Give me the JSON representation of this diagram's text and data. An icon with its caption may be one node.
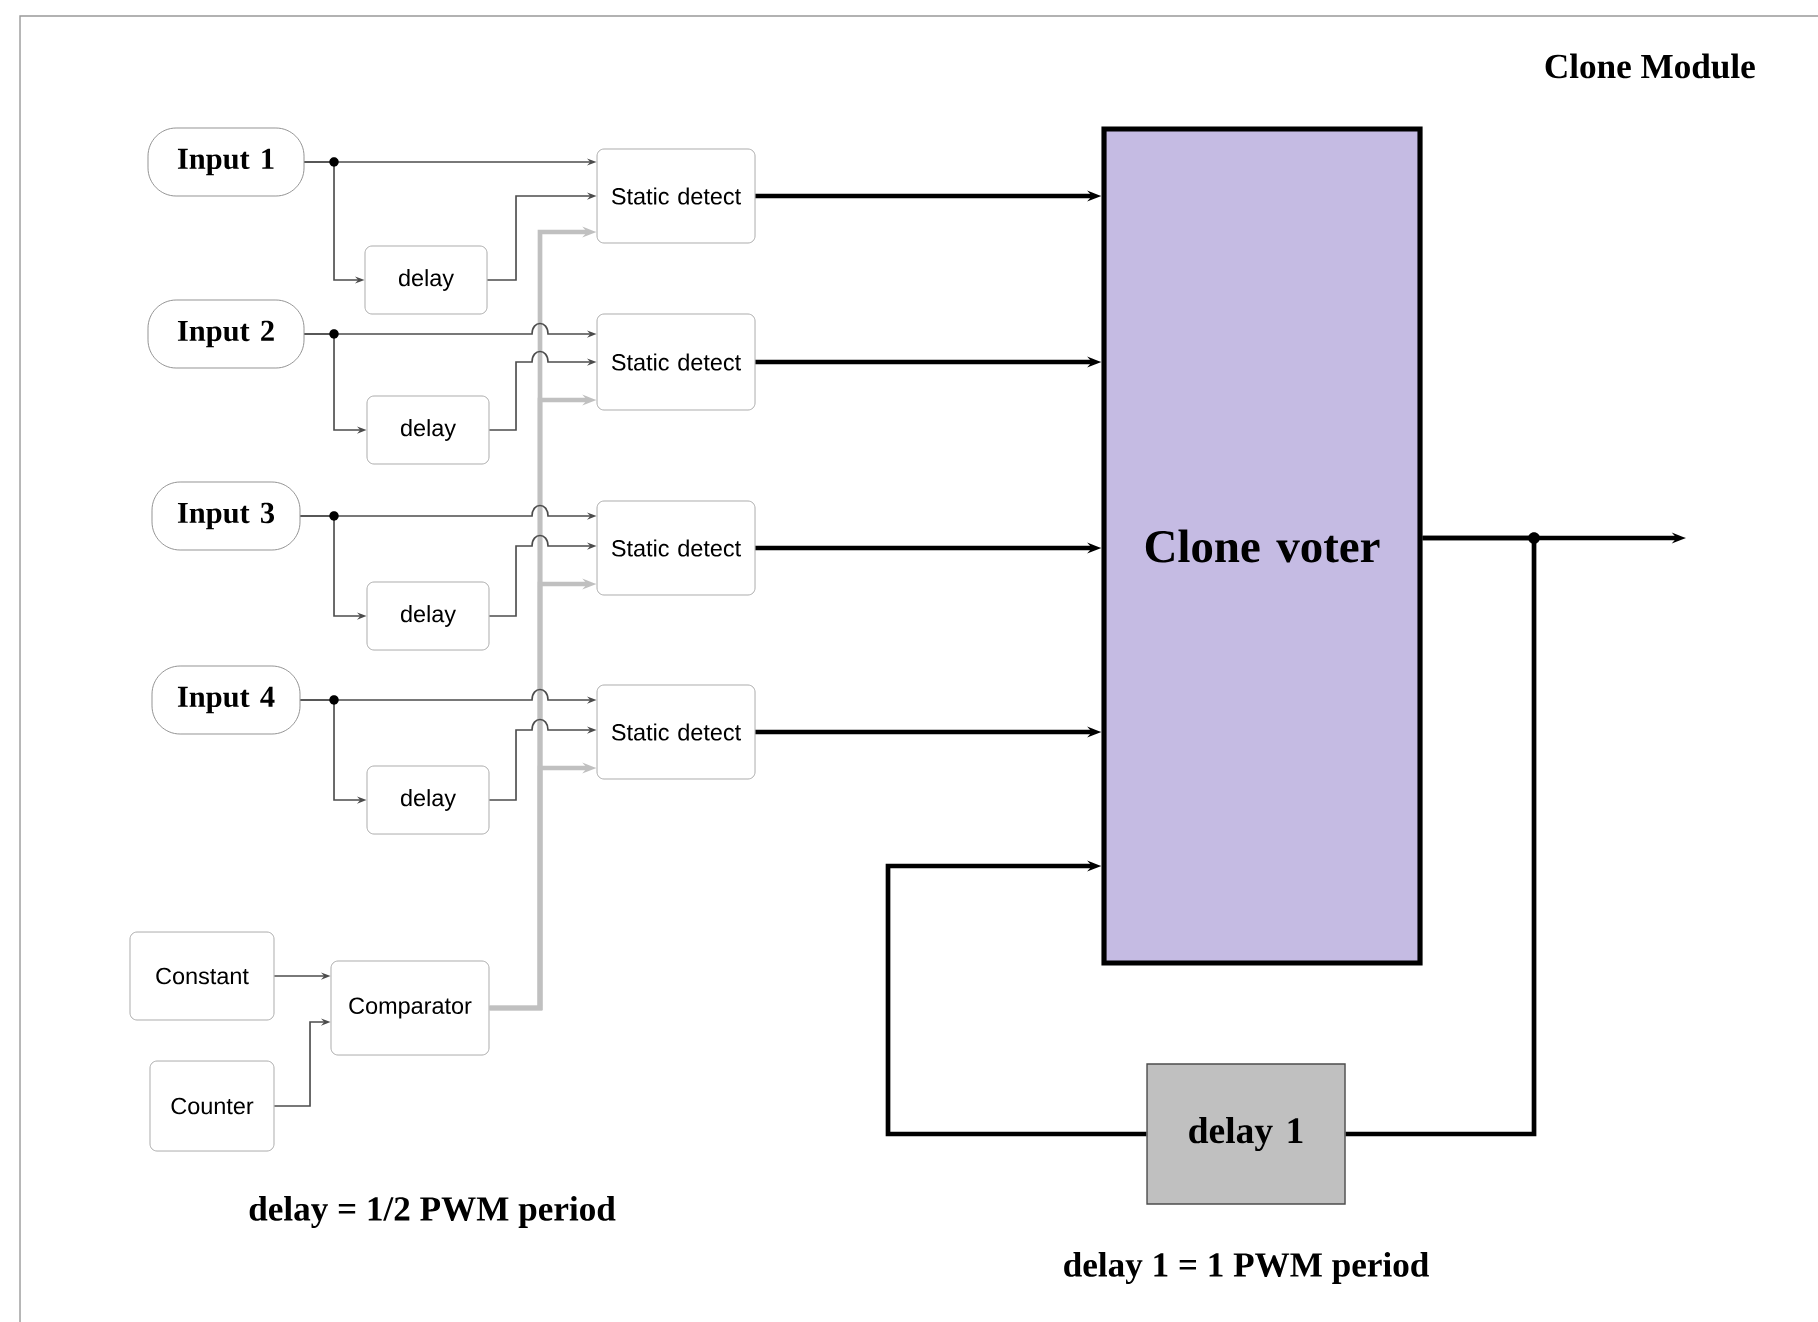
{
  "diagram": {
    "title": "Clone Module",
    "nodes": [
      {
        "text": [
          "Input 1"
        ]
      },
      {
        "text": [
          "delay"
        ]
      },
      {
        "text": [
          "Static detect"
        ]
      },
      {
        "text": [
          "Input 2"
        ]
      },
      {
        "text": [
          "delay"
        ]
      },
      {
        "text": [
          "Static detect"
        ]
      },
      {
        "text": [
          "Input 3"
        ]
      },
      {
        "text": [
          "delay"
        ]
      },
      {
        "text": [
          "Static detect"
        ]
      },
      {
        "text": [
          "Input 4"
        ]
      },
      {
        "text": [
          "delay"
        ]
      },
      {
        "text": [
          "Static detect"
        ]
      },
      {
        "text": [
          "Constant"
        ]
      },
      {
        "text": [
          "Counter"
        ]
      },
      {
        "text": [
          "Comparator"
        ]
      },
      {
        "text": [
          "Clone voter"
        ]
      },
      {
        "text": [
          "delay 1"
        ]
      }
    ],
    "edges": [
      {
        "from": 0,
        "to": 2,
        "arrow": "to"
      },
      {
        "from": 0,
        "to": 1,
        "arrow": "to"
      },
      {
        "from": 1,
        "to": 2,
        "arrow": "to"
      },
      {
        "from": 14,
        "to": 2,
        "arrow": "to",
        "style": "thick",
        "color": "#c0c0c0"
      },
      {
        "from": 2,
        "to": 15,
        "arrow": "to",
        "style": "thick"
      },
      {
        "from": 3,
        "to": 5,
        "arrow": "to"
      },
      {
        "from": 3,
        "to": 4,
        "arrow": "to"
      },
      {
        "from": 4,
        "to": 5,
        "arrow": "to"
      },
      {
        "from": 14,
        "to": 5,
        "arrow": "to",
        "style": "thick",
        "color": "#c0c0c0"
      },
      {
        "from": 5,
        "to": 15,
        "arrow": "to",
        "style": "thick"
      },
      {
        "from": 6,
        "to": 8,
        "arrow": "to"
      },
      {
        "from": 6,
        "to": 7,
        "arrow": "to"
      },
      {
        "from": 7,
        "to": 8,
        "arrow": "to"
      },
      {
        "from": 14,
        "to": 8,
        "arrow": "to",
        "style": "thick",
        "color": "#c0c0c0"
      },
      {
        "from": 8,
        "to": 15,
        "arrow": "to",
        "style": "thick"
      },
      {
        "from": 9,
        "to": 11,
        "arrow": "to"
      },
      {
        "from": 9,
        "to": 10,
        "arrow": "to"
      },
      {
        "from": 10,
        "to": 11,
        "arrow": "to"
      },
      {
        "from": 14,
        "to": 11,
        "arrow": "to",
        "style": "thick",
        "color": "#c0c0c0"
      },
      {
        "from": 11,
        "to": 15,
        "arrow": "to",
        "style": "thick"
      },
      {
        "from": 12,
        "to": 14,
        "arrow": "to"
      },
      {
        "from": 13,
        "to": 14,
        "arrow": "to"
      },
      {
        "from": 15,
        "to": null,
        "arrow": "to",
        "style": "thick"
      },
      {
        "from": 15,
        "to": 16,
        "arrow": "none",
        "style": "thick"
      },
      {
        "from": 16,
        "to": 15,
        "arrow": "to",
        "style": "thick"
      }
    ],
    "labels": [
      "delay = 1/2 PWM period",
      "delay 1 = 1 PWM period"
    ]
  }
}
